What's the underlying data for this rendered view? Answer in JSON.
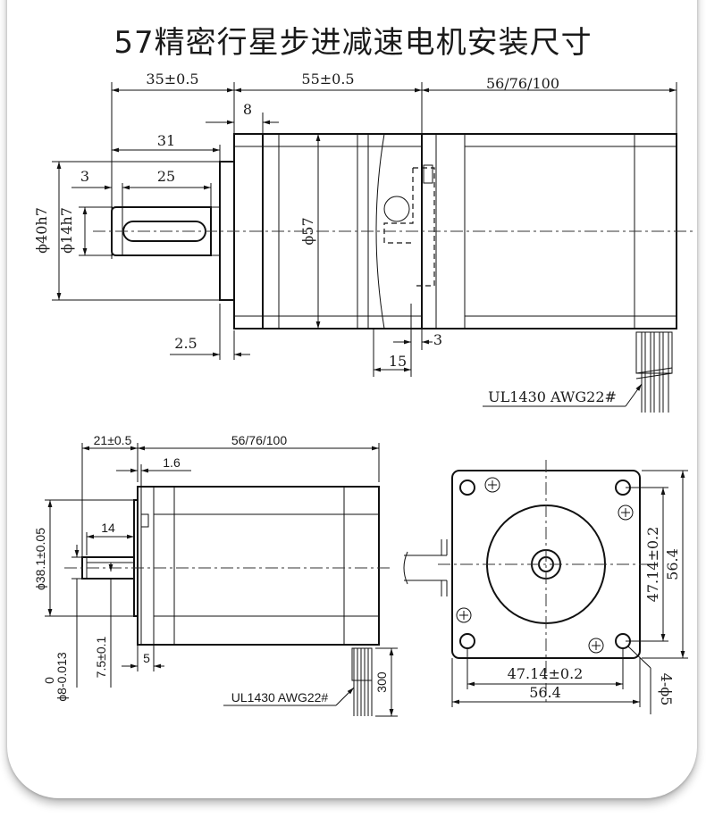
{
  "title": "57精密行星步进减速电机安装尺寸",
  "colors": {
    "line": "#111111",
    "background": "#ffffff"
  },
  "top_view": {
    "dims": {
      "flange_length": "35±0.5",
      "gearbox_length": "55±0.5",
      "motor_length": "56/76/100",
      "flange_plate": "8",
      "shaft_total": "31",
      "shaft_key": "25",
      "shaft_step": "3",
      "pilot_dia": "ϕ40h7",
      "shaft_dia": "ϕ14h7",
      "gear_dia": "ϕ57",
      "pilot_depth": "2.5",
      "offset_small": "3",
      "offset_15": "15"
    },
    "cable_label": "UL1430 AWG22#"
  },
  "bottom_view": {
    "dims": {
      "front_length": "21±0.5",
      "motor_length": "56/76/100",
      "flange_thk": "1.6",
      "shaft_flat": "14",
      "pilot_dia": "ϕ38.1±0.05",
      "shaft_dia": "ϕ8-0.013",
      "shaft_dia_upper": "0",
      "flat_depth": "7.5±0.1",
      "step": "5",
      "cable_len": "300"
    },
    "cable_label": "UL1430 AWG22#"
  },
  "end_view": {
    "dims": {
      "hole_spacing_v": "47.14±0.2",
      "square_v": "56.4",
      "hole_spacing_h": "47.14±0.2",
      "square_h": "56.4",
      "holes": "4-ϕ5"
    }
  }
}
